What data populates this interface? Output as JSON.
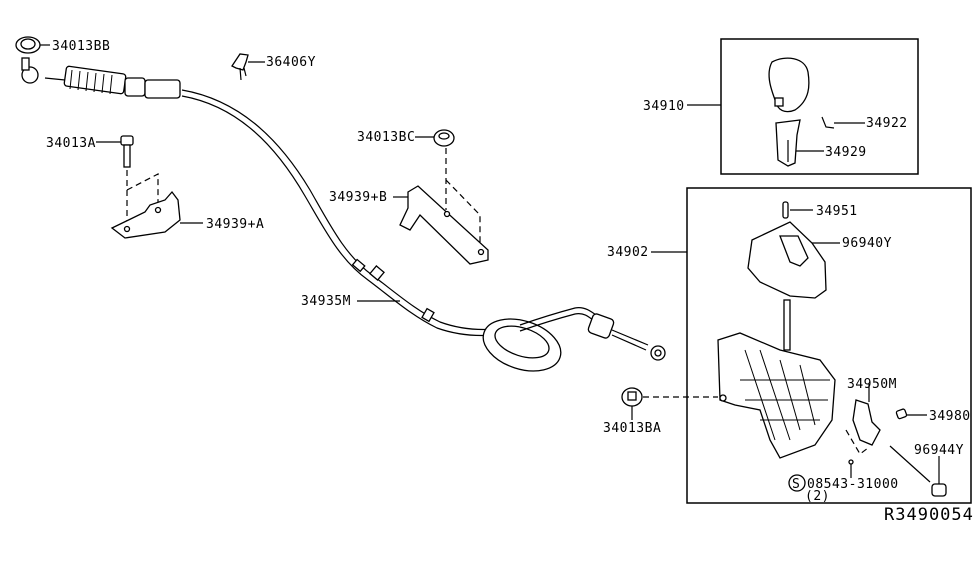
{
  "diagram": {
    "reference_code": "R3490054",
    "colors": {
      "line": "#000000",
      "background": "#ffffff"
    },
    "parts": [
      {
        "id": "p-34013bb",
        "label": "34013BB"
      },
      {
        "id": "p-36406y",
        "label": "36406Y"
      },
      {
        "id": "p-34013a",
        "label": "34013A"
      },
      {
        "id": "p-34939a",
        "label": "34939+A"
      },
      {
        "id": "p-34013bc",
        "label": "34013BC"
      },
      {
        "id": "p-34939b",
        "label": "34939+B"
      },
      {
        "id": "p-34935m",
        "label": "34935M"
      },
      {
        "id": "p-34910",
        "label": "34910"
      },
      {
        "id": "p-34922",
        "label": "34922"
      },
      {
        "id": "p-34929",
        "label": "34929"
      },
      {
        "id": "p-34902",
        "label": "34902"
      },
      {
        "id": "p-34951",
        "label": "34951"
      },
      {
        "id": "p-96940y",
        "label": "96940Y"
      },
      {
        "id": "p-34950m",
        "label": "34950M"
      },
      {
        "id": "p-34980",
        "label": "34980"
      },
      {
        "id": "p-96944y",
        "label": "96944Y"
      },
      {
        "id": "p-34013ba",
        "label": "34013BA"
      },
      {
        "id": "p-08543",
        "label": "08543-31000",
        "symbol": "S",
        "qty": "(2)"
      }
    ]
  }
}
